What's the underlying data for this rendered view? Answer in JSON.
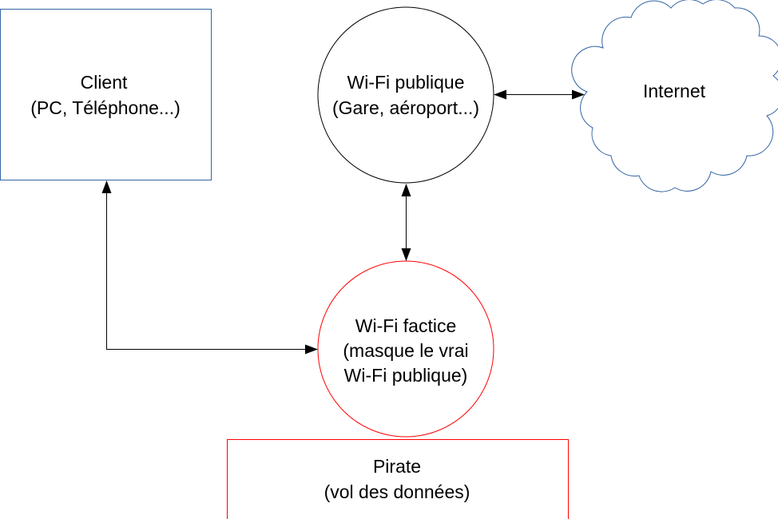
{
  "nodes": {
    "client": {
      "line1": "Client",
      "line2": "(PC, Téléphone...)"
    },
    "public_wifi": {
      "line1": "Wi-Fi publique",
      "line2": "(Gare, aéroport...)"
    },
    "internet": {
      "label": "Internet"
    },
    "fake_wifi": {
      "line1": "Wi-Fi factice",
      "line2": "(masque le vrai",
      "line3": "Wi-Fi publique)"
    },
    "pirate": {
      "line1": "Pirate",
      "line2": "(vol des données)"
    }
  },
  "colors": {
    "client_border": "#3465a4",
    "cloud_border": "#3465a4",
    "fake_border": "#ff0000",
    "pirate_border": "#ff0000",
    "line": "#000000"
  }
}
